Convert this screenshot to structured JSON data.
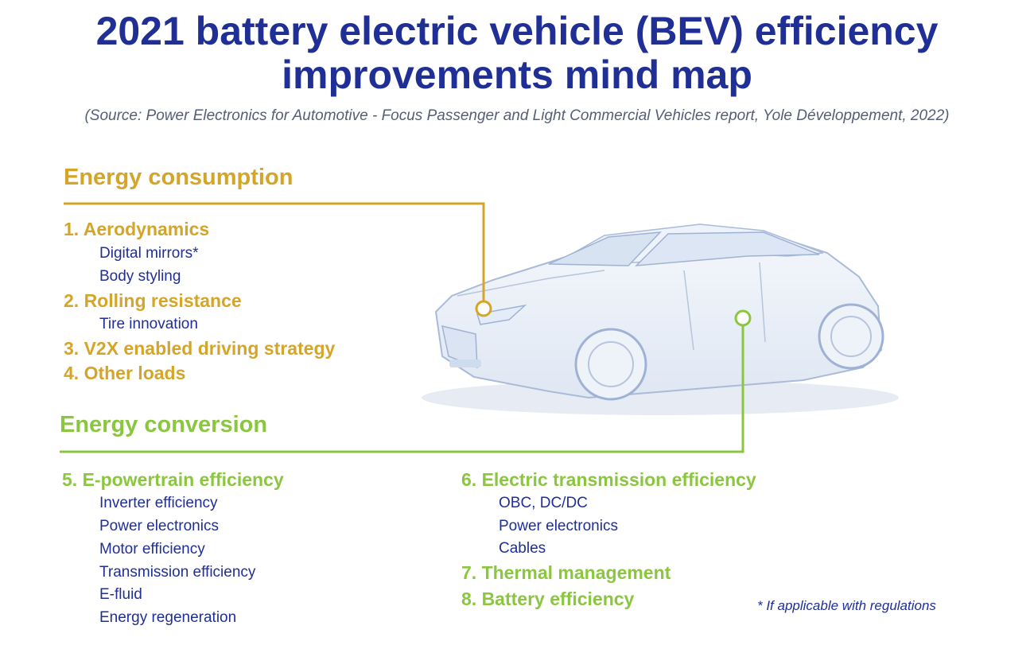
{
  "title": {
    "line1": "2021 battery electric vehicle (BEV) efficiency",
    "line2": "improvements mind map"
  },
  "source": "(Source: Power Electronics for Automotive - Focus Passenger and Light Commercial Vehicles report, Yole Développement, 2022)",
  "colors": {
    "title": "#1f2f95",
    "consumption": "#d4a529",
    "conversion": "#8bc63f",
    "subitem": "#1f2f95"
  },
  "energy_consumption": {
    "heading": "Energy consumption",
    "items": [
      {
        "label": "1. Aerodynamics",
        "subs": [
          "Digital mirrors*",
          "Body styling"
        ]
      },
      {
        "label": "2. Rolling resistance",
        "subs": [
          "Tire innovation"
        ]
      },
      {
        "label": "3. V2X enabled driving strategy",
        "subs": []
      },
      {
        "label": "4. Other loads",
        "subs": []
      }
    ]
  },
  "energy_conversion": {
    "heading": "Energy conversion",
    "left_items": [
      {
        "label": "5. E-powertrain efficiency",
        "subs": [
          "Inverter efficiency",
          "Power electronics",
          "Motor efficiency",
          "Transmission efficiency",
          "E-fluid",
          "Energy regeneration"
        ]
      }
    ],
    "right_items": [
      {
        "label": "6. Electric transmission efficiency",
        "subs": [
          "OBC, DC/DC",
          "Power electronics",
          "Cables"
        ]
      },
      {
        "label": "7. Thermal management",
        "subs": []
      },
      {
        "label": "8. Battery efficiency",
        "subs": []
      }
    ]
  },
  "footnote": "* If applicable with regulations",
  "illustration": "car-illustration"
}
